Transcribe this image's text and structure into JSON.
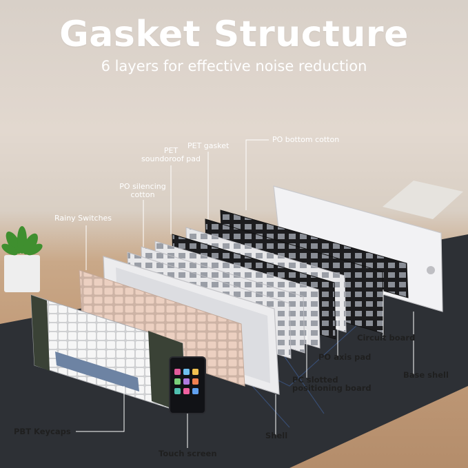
{
  "header": {
    "title": "Gasket Structure",
    "subtitle": "6 layers for effective noise reduction"
  },
  "labels": {
    "pet_soundproof_pad_line1": "PET",
    "pet_soundproof_pad_line2": "soundoroof pad",
    "pet_gasket": "PET gasket",
    "po_bottom_cotton": "PO bottom cotton",
    "po_silencing_cotton_line1": "PO silencing",
    "po_silencing_cotton_line2": "cotton",
    "rainy_switches": "Rainy Switches",
    "circuit_board": "Circuit board",
    "po_axis_pad": "PO axis pad",
    "base_shell": "Base shell",
    "pc_slotted_line1": "PC slotted",
    "pc_slotted_line2": "positioning board",
    "pbt_keycaps": "PBT Keycaps",
    "shell": "Shell",
    "touch_screen": "Touch screen"
  },
  "colors": {
    "wall": "#dcd3ca",
    "desk": "#c39d7b",
    "mat": "#2e3136",
    "plate_light": "#e6e6e8",
    "plate_dark": "#1b1b1d",
    "switch_pink": "#e9c9b9",
    "keycap_white": "#f4f4f4",
    "keycap_green": "#3a4236",
    "keycap_blue": "#6d83a3",
    "plant": "#3f8f2f"
  }
}
